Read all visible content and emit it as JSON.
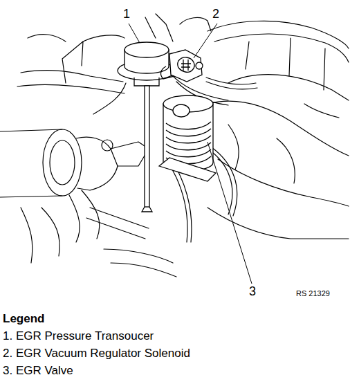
{
  "diagram": {
    "labels": [
      "1",
      "2",
      "3",
      "RS 21329",
      "Legend"
    ],
    "legend": [
      {
        "text": "1. EGR Pressure Transoucer"
      },
      {
        "text": "2. EGR Vacuum Regulator Solenoid"
      },
      {
        "text": "3. EGR Valve"
      }
    ]
  }
}
